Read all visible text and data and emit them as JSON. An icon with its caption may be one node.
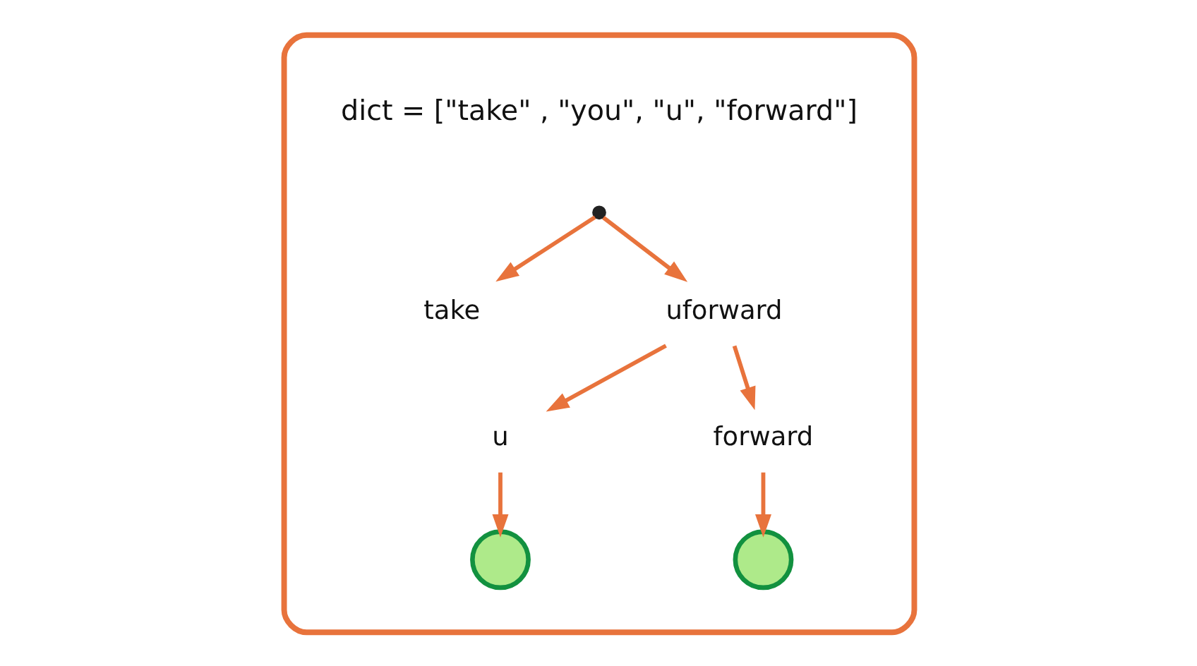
{
  "diagram": {
    "nodes": [
      {
        "text": [],
        "shape": "box"
      },
      {
        "text": [],
        "shape": "dot",
        "in": 0
      },
      {
        "text": [
          "take"
        ],
        "in": 0
      },
      {
        "text": [
          "uforward"
        ],
        "in": 0
      },
      {
        "text": [
          "u"
        ],
        "in": 0
      },
      {
        "text": [
          "forward"
        ],
        "in": 0
      },
      {
        "text": [],
        "shape": "circle",
        "in": 0
      },
      {
        "text": [],
        "shape": "circle",
        "in": 0
      }
    ],
    "edges": [
      {
        "from": 1,
        "to": 2,
        "arrow": "to"
      },
      {
        "from": 1,
        "to": 3,
        "arrow": "to"
      },
      {
        "from": 3,
        "to": 4,
        "arrow": "to"
      },
      {
        "from": 3,
        "to": 5,
        "arrow": "to"
      },
      {
        "from": 4,
        "to": 6,
        "arrow": "to"
      },
      {
        "from": 5,
        "to": 7,
        "arrow": "to"
      }
    ],
    "labels": [
      "dict = [\"take\" , \"you\", \"u\", \"forward\"]"
    ]
  }
}
